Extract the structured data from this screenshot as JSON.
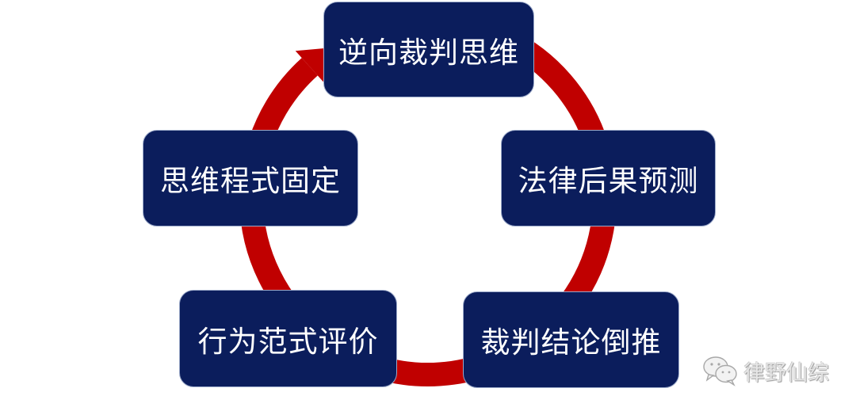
{
  "diagram": {
    "type": "cycle",
    "direction": "clockwise",
    "nodes": [
      {
        "label": "逆向裁判思维"
      },
      {
        "label": "法律后果预测"
      },
      {
        "label": "裁判结论倒推"
      },
      {
        "label": "行为范式评价"
      },
      {
        "label": "思维程式固定"
      }
    ],
    "colors": {
      "node_fill": "#0b1d5c",
      "node_text": "#ffffff",
      "arrow": "#c00000"
    }
  },
  "watermark": {
    "icon": "wechat-icon",
    "text": "律野仙综"
  }
}
